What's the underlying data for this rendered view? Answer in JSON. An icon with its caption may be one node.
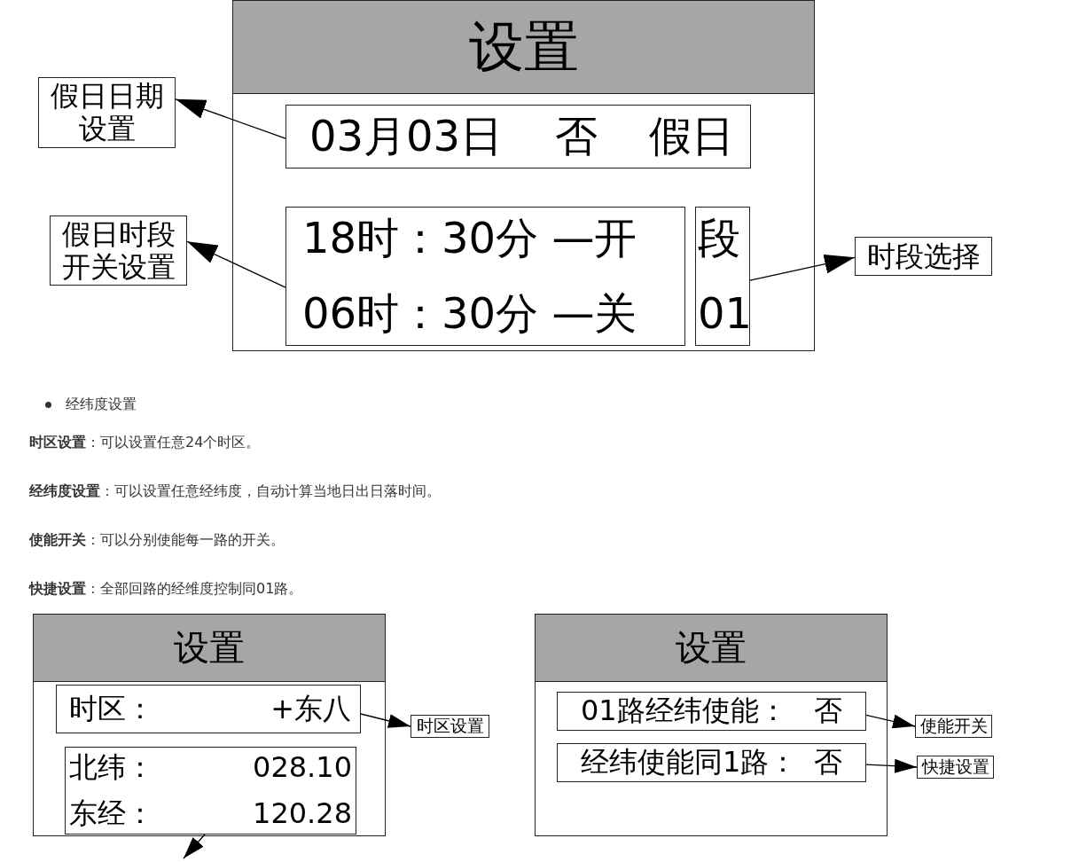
{
  "diagram": {
    "nodes": [
      {
        "text": [
          "设置"
        ]
      },
      {
        "text": [
          "03月03日",
          "否",
          "假日"
        ],
        "in": 0
      },
      {
        "text": [
          "18时：30分 —开",
          "06时：30分 —关"
        ],
        "in": 0
      },
      {
        "text": [
          "段",
          "01"
        ],
        "in": 0
      },
      {
        "text": [
          "假日日期设置"
        ]
      },
      {
        "text": [
          "假日时段开关设置"
        ]
      },
      {
        "text": [
          "时段选择"
        ]
      },
      {
        "text": [
          "设置"
        ]
      },
      {
        "text": [
          "时区：",
          "+东八"
        ],
        "in": 7
      },
      {
        "text": [
          "北纬：",
          "028.10",
          "东经：",
          "120.28"
        ],
        "in": 7
      },
      {
        "text": [
          "时区设置"
        ]
      },
      {
        "text": [
          "设置"
        ]
      },
      {
        "text": [
          "01路经纬使能：",
          "否"
        ],
        "in": 11
      },
      {
        "text": [
          "经纬使能同1路：",
          "否"
        ],
        "in": 11
      },
      {
        "text": [
          "使能开关"
        ]
      },
      {
        "text": [
          "快捷设置"
        ]
      }
    ],
    "edges": [
      {
        "from": 1,
        "to": 4,
        "arrow": "to"
      },
      {
        "from": 2,
        "to": 5,
        "arrow": "to"
      },
      {
        "from": 3,
        "to": 6,
        "arrow": "to"
      },
      {
        "from": 8,
        "to": 10,
        "arrow": "to"
      },
      {
        "from": 9,
        "to": null,
        "arrow": "to"
      },
      {
        "from": 12,
        "to": 14,
        "arrow": "to"
      },
      {
        "from": 13,
        "to": 15,
        "arrow": "to"
      }
    ],
    "labels": [
      "经纬度设置",
      "**时区设置**：可以设置任意24个时区。",
      "**经纬度设置**：可以设置任意经纬度，自动计算当地日出日落时间。",
      "**使能开关**：可以分别使能每一路的开关。",
      "**快捷设置**：全部回路的经维度控制同01路。"
    ]
  }
}
